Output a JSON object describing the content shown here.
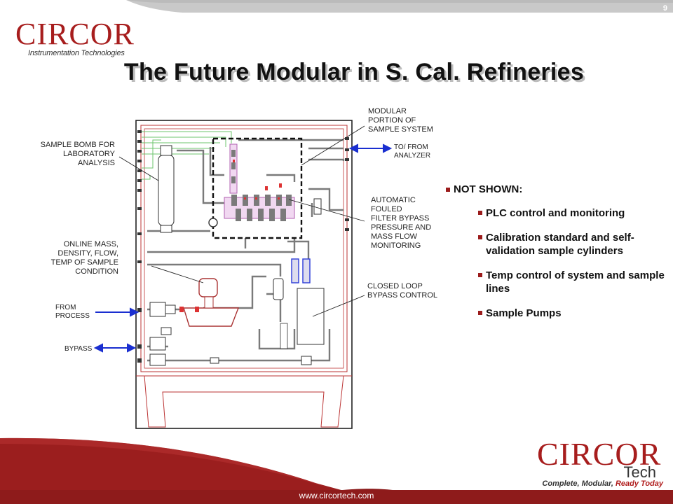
{
  "slide": {
    "number": "9",
    "title": "The Future Modular in S. Cal. Refineries"
  },
  "logo_top": {
    "word": "CIRCOR",
    "subtitle": "Instrumentation Technologies"
  },
  "diagram": {
    "labels": {
      "modular": "MODULAR\nPORTION OF\nSAMPLE SYSTEM",
      "to_from": "TO/ FROM\nANALYZER",
      "sample_bomb": "SAMPLE BOMB FOR\nLABORATORY\nANALYSIS",
      "automatic": "AUTOMATIC\nFOULED\nFILTER BYPASS\nPRESSURE AND\nMASS FLOW\nMONITORING",
      "online_mass": "ONLINE MASS,\nDENSITY, FLOW,\nTEMP OF SAMPLE\nCONDITION",
      "closed_loop": "CLOSED LOOP\nBYPASS CONTROL",
      "from_process": "FROM\nPROCESS",
      "bypass": "BYPASS"
    }
  },
  "bullets": {
    "heading": "NOT SHOWN:",
    "items": [
      "PLC control and monitoring",
      "Calibration standard and self-validation sample cylinders",
      "Temp control of system and sample lines",
      "Sample Pumps"
    ]
  },
  "logo_bottom": {
    "word": "CIRCOR",
    "tech": "Tech",
    "tagline_dark": "Complete, Modular, ",
    "tagline_red": "Ready Today"
  },
  "footer": {
    "url": "www.circortech.com"
  },
  "colors": {
    "brand_red": "#a71d1d",
    "arrow_blue": "#1a2fd0"
  }
}
